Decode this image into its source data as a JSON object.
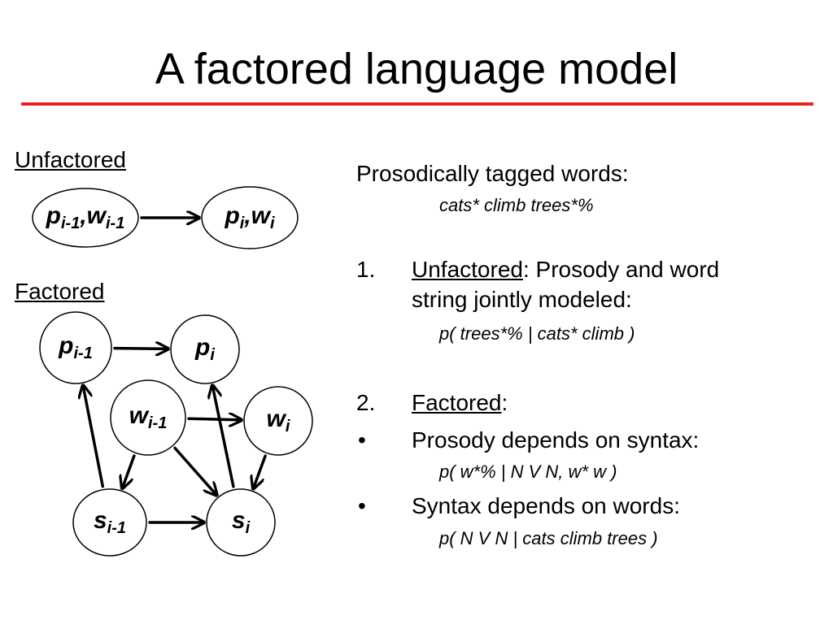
{
  "title": "A factored language model",
  "colors": {
    "accent_rule": "#e8251f",
    "text": "#000000",
    "node_fill": "#ffffff",
    "stroke": "#000000"
  },
  "diagram": {
    "unfactored_heading": "Unfactored",
    "factored_heading": "Factored",
    "unfactored_nodes": [
      {
        "id": "u_prev",
        "label": "p",
        "sub": "i-1",
        "label2": ",w",
        "sub2": "i-1"
      },
      {
        "id": "u_cur",
        "label": "p",
        "sub": "i",
        "label2": ",w",
        "sub2": "i"
      }
    ],
    "factored_nodes": [
      {
        "id": "p_prev",
        "label": "p",
        "sub": "i-1"
      },
      {
        "id": "p_cur",
        "label": "p",
        "sub": "i"
      },
      {
        "id": "w_prev",
        "label": "w",
        "sub": "i-1"
      },
      {
        "id": "w_cur",
        "label": "w",
        "sub": "i"
      },
      {
        "id": "s_prev",
        "label": "s",
        "sub": "i-1"
      },
      {
        "id": "s_cur",
        "label": "s",
        "sub": "i"
      }
    ],
    "edges": [
      {
        "from": "u_prev",
        "to": "u_cur"
      },
      {
        "from": "p_prev",
        "to": "p_cur"
      },
      {
        "from": "w_prev",
        "to": "w_cur"
      },
      {
        "from": "w_prev",
        "to": "s_prev"
      },
      {
        "from": "w_prev",
        "to": "s_cur"
      },
      {
        "from": "w_cur",
        "to": "s_cur"
      },
      {
        "from": "s_prev",
        "to": "s_cur"
      },
      {
        "from": "s_prev",
        "to": "p_prev"
      },
      {
        "from": "s_cur",
        "to": "p_cur"
      }
    ]
  },
  "content": {
    "intro": "Prosodically tagged words:",
    "intro_example": "cats* climb trees*%",
    "item1": {
      "number": "1.",
      "term": "Unfactored",
      "rest": ": Prosody and word",
      "line2": "string jointly modeled:",
      "example": "p( trees*% | cats* climb )"
    },
    "item2": {
      "number": "2.",
      "term": "Factored",
      "rest": ":"
    },
    "bullet_symbol": "•",
    "bullets": [
      {
        "text": "Prosody depends on syntax:",
        "example": "p( w*%  |  N V N, w*  w )"
      },
      {
        "text": "Syntax depends on words:",
        "example": "p( N V N  |  cats climb trees )"
      }
    ]
  }
}
